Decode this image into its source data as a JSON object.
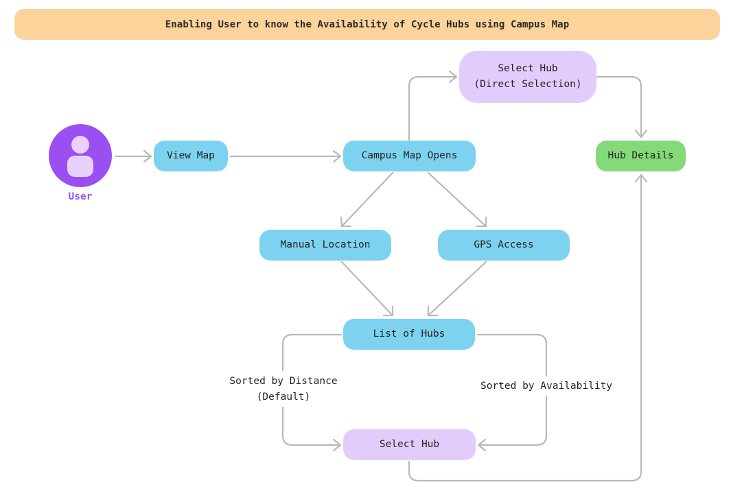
{
  "title": "Enabling User to know the Availability of Cycle Hubs using Campus Map",
  "user": {
    "label": "User",
    "icon": "user-icon"
  },
  "nodes": {
    "view_map": "View Map",
    "campus_map_opens": "Campus Map Opens",
    "select_hub_direct": "Select Hub\n(Direct Selection)",
    "hub_details": "Hub Details",
    "manual_location": "Manual Location",
    "gps_access": "GPS Access",
    "list_of_hubs": "List of Hubs",
    "select_hub": "Select Hub"
  },
  "edge_labels": {
    "sorted_by_distance": "Sorted by Distance\n(Default)",
    "sorted_by_availability": "Sorted by Availability"
  },
  "colors": {
    "banner": "#fbd39b",
    "blue_node": "#7dd3ef",
    "purple_node": "#e2ccfb",
    "green_node": "#84d978",
    "user": "#9b4ff0",
    "edge": "#b8b8b8"
  }
}
